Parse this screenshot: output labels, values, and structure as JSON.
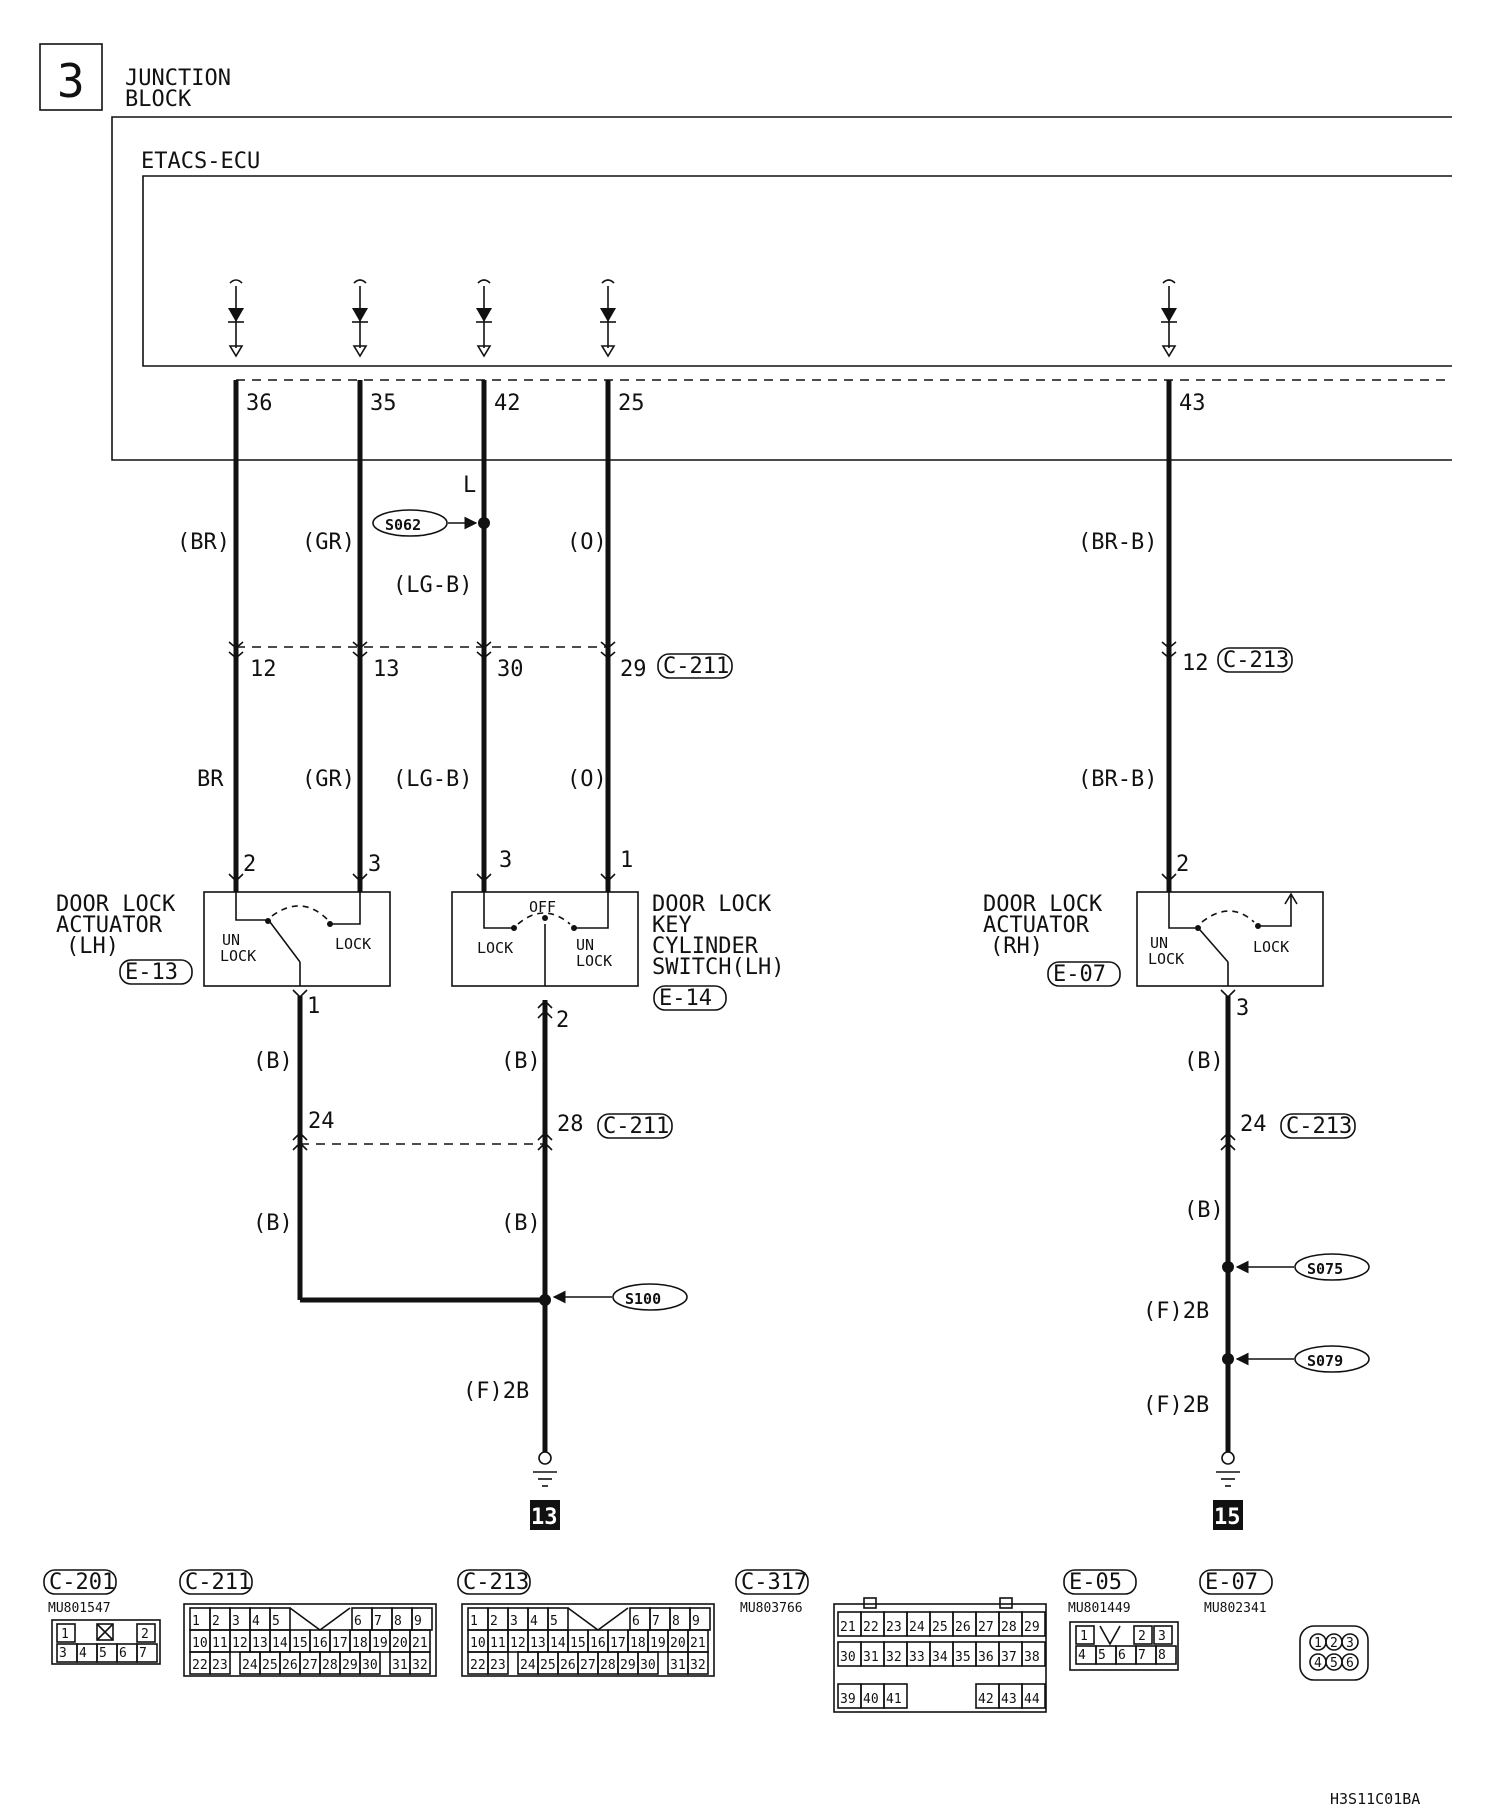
{
  "page_number": "3",
  "junction_block": {
    "line1": "JUNCTION",
    "line2": "BLOCK"
  },
  "ecu_label": "ETACS-ECU",
  "ecu_pins": [
    "36",
    "35",
    "42",
    "25",
    "43"
  ],
  "splice_label_l": "L",
  "wire_colors_upper": [
    "(BR)",
    "(GR)",
    "(LG-B)",
    "(O)",
    "(BR-B)"
  ],
  "wire_colors_lower": [
    "BR",
    "(GR)",
    "(LG-B)",
    "(O)",
    "(BR-B)"
  ],
  "splices": {
    "s062": "S062",
    "s100": "S100",
    "s075": "S075",
    "s079": "S079"
  },
  "connector_c211_upper_pins": [
    "12",
    "13",
    "30",
    "29"
  ],
  "connector_c213_upper_pin": "12",
  "connector_refs": {
    "c211": "C-211",
    "c213": "C-213",
    "e13": "E-13",
    "e14": "E-14",
    "e07": "E-07"
  },
  "actuator_lh": {
    "line1": "DOOR LOCK",
    "line2": "ACTUATOR",
    "line3": "(LH)",
    "pin_unlock": "2",
    "pin_lock": "3",
    "pin_common": "1",
    "unlock": "UN",
    "unlock2": "LOCK",
    "lock": "LOCK"
  },
  "key_switch_lh": {
    "line1": "DOOR LOCK",
    "line2": "KEY",
    "line3": "CYLINDER",
    "line4": "SWITCH(LH)",
    "pin_lock": "3",
    "pin_unlock": "1",
    "pin_common": "2",
    "off": "OFF",
    "lock": "LOCK",
    "unlock": "UN",
    "unlock2": "LOCK"
  },
  "actuator_rh": {
    "line1": "DOOR LOCK",
    "line2": "ACTUATOR",
    "line3": "(RH)",
    "pin_top": "2",
    "pin_common": "3",
    "unlock": "UN",
    "unlock2": "LOCK",
    "lock": "LOCK"
  },
  "ground_wire": "(B)",
  "lower_pins": {
    "lh": "24",
    "key": "28",
    "rh": "24"
  },
  "ground_wire_f": "(F)2B",
  "ground_points": {
    "left": "13",
    "right": "15"
  },
  "connector_views": {
    "c201": {
      "label": "C-201",
      "part": "MU801547",
      "row1": [
        "1",
        "2"
      ],
      "row2": [
        "3",
        "4",
        "5",
        "6",
        "7"
      ]
    },
    "c211": {
      "label": "C-211",
      "row1": [
        "1",
        "2",
        "3",
        "4",
        "5",
        "6",
        "7",
        "8",
        "9"
      ],
      "row2": [
        "10",
        "11",
        "12",
        "13",
        "14",
        "15",
        "16",
        "17",
        "18",
        "19",
        "20",
        "21"
      ],
      "row3": [
        "22",
        "23",
        "24",
        "25",
        "26",
        "27",
        "28",
        "29",
        "30",
        "31",
        "32"
      ]
    },
    "c213": {
      "label": "C-213",
      "row1": [
        "1",
        "2",
        "3",
        "4",
        "5",
        "6",
        "7",
        "8",
        "9"
      ],
      "row2": [
        "10",
        "11",
        "12",
        "13",
        "14",
        "15",
        "16",
        "17",
        "18",
        "19",
        "20",
        "21"
      ],
      "row3": [
        "22",
        "23",
        "24",
        "25",
        "26",
        "27",
        "28",
        "29",
        "30",
        "31",
        "32"
      ]
    },
    "c317": {
      "label": "C-317",
      "part": "MU803766",
      "row1": [
        "21",
        "22",
        "23",
        "24",
        "25",
        "26",
        "27",
        "28",
        "29"
      ],
      "row2": [
        "30",
        "31",
        "32",
        "33",
        "34",
        "35",
        "36",
        "37",
        "38"
      ],
      "row3": [
        "39",
        "40",
        "41",
        "42",
        "43",
        "44"
      ]
    },
    "e05": {
      "label": "E-05",
      "part": "MU801449",
      "row1": [
        "1",
        "2",
        "3"
      ],
      "row2": [
        "4",
        "5",
        "6",
        "7",
        "8"
      ]
    },
    "e07": {
      "label": "E-07",
      "part": "MU802341",
      "pins": [
        "1",
        "2",
        "3",
        "4",
        "5",
        "6"
      ]
    }
  },
  "drawing_code": "H3S11C01BA"
}
